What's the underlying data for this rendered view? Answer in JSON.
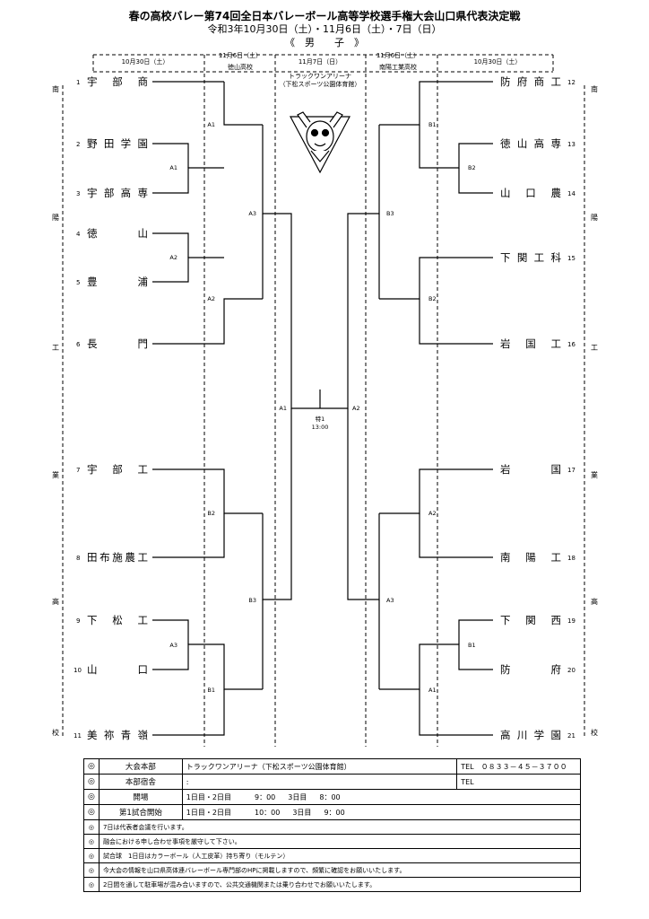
{
  "title": "春の高校バレー第74回全日本バレーボール高等学校選手権大会山口県代表決定戦",
  "dates": "令和3年10月30日（土）・11月6日（土）・7日（日）",
  "division": "《　男　　子　》",
  "left_dates": [
    "10月30日（土）",
    "11月6日（土）"
  ],
  "left_venue": "徳山高校",
  "center_date": "11月7日（日）",
  "center_venue": [
    "トラックワンアリーナ",
    "（下松スポーツ公園体育館）"
  ],
  "right_dates": [
    "11月6日（土）",
    "10月30日（土）"
  ],
  "right_venue": "南陽工業高校",
  "final_label": "特1",
  "final_time": "13:00",
  "host_vertical": [
    "南",
    "陽",
    "工",
    "業",
    "高",
    "校"
  ],
  "left_teams": [
    {
      "no": "1",
      "name": "宇部商"
    },
    {
      "no": "2",
      "name": "野田学園"
    },
    {
      "no": "3",
      "name": "宇部高専"
    },
    {
      "no": "4",
      "name": "徳山"
    },
    {
      "no": "5",
      "name": "豊浦"
    },
    {
      "no": "6",
      "name": "長門"
    },
    {
      "no": "7",
      "name": "宇部工"
    },
    {
      "no": "8",
      "name": "田布施農工"
    },
    {
      "no": "9",
      "name": "下松工"
    },
    {
      "no": "10",
      "name": "山口"
    },
    {
      "no": "11",
      "name": "美祢青嶺"
    }
  ],
  "right_teams": [
    {
      "no": "12",
      "name": "防府商工"
    },
    {
      "no": "13",
      "name": "徳山高専"
    },
    {
      "no": "14",
      "name": "山口農"
    },
    {
      "no": "15",
      "name": "下関工科"
    },
    {
      "no": "16",
      "name": "岩国工"
    },
    {
      "no": "17",
      "name": "岩国"
    },
    {
      "no": "18",
      "name": "南陽工"
    },
    {
      "no": "19",
      "name": "下関西"
    },
    {
      "no": "20",
      "name": "防府"
    },
    {
      "no": "21",
      "name": "高川学園"
    }
  ],
  "match_labels": {
    "l_r1_a": "A1",
    "l_r1_b": "A2",
    "l_r1_c": "A3",
    "l_r2_a": "A1",
    "l_r2_b": "A2",
    "l_r2_c": "B2",
    "l_r2_d": "B1",
    "l_r3_a": "A3",
    "l_r3_b": "B3",
    "l_sf": "A1",
    "r_r1_a": "B2",
    "r_r1_b": "B1",
    "r_r2_a": "B1",
    "r_r2_b": "B2",
    "r_r2_c": "A2",
    "r_r2_d": "A1",
    "r_r3_a": "B3",
    "r_r3_b": "A3",
    "r_sf": "A2"
  },
  "info": {
    "mark": "◎",
    "hq_label": "大会本部",
    "hq_value": "トラックワンアリーナ（下松スポーツ公園体育館）",
    "hq_tel": "TEL　０８３３－４５－３７００",
    "lodge_label": "本部宿舎",
    "lodge_value": ":",
    "lodge_tel": "TEL",
    "open_label": "開場",
    "open_days1": "1日目・2日目",
    "open_time1": "9：00",
    "open_days2": "3日目",
    "open_time2": "8：00",
    "first_label": "第1試合開始",
    "first_days1": "1日目・2日目",
    "first_time1": "10：00",
    "first_days2": "3日目",
    "first_time2": "9：00",
    "notes": [
      "7日は代表者会議を行います。",
      "融会における申し合わせ事項を厳守して下さい。",
      "試合球　1日目はカラーボール（人工皮革）持ち寄り（モルテン）",
      "今大会の情報を山口県高体連バレーボール専門部のHPに掲載しますので、頻繁に確認をお願いいたします。",
      "2日間を通して駐車場が混み合いますので、公共交通機関または乗り合わせでお願いいたします。"
    ]
  }
}
